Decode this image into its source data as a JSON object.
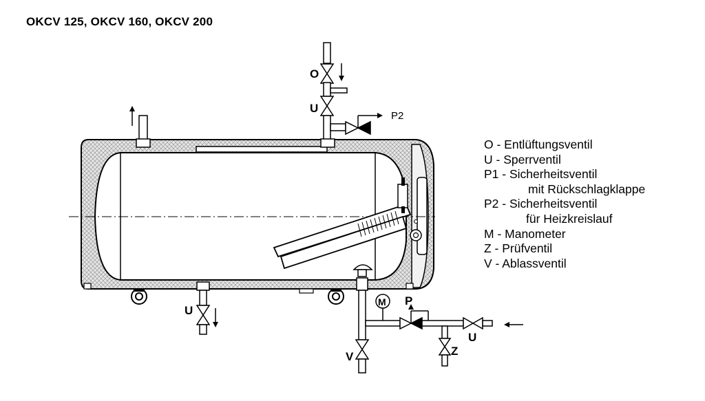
{
  "title": "OKCV 125, OKCV 160, OKCV 200",
  "legend": [
    {
      "text": "O - Entlüftungsventil"
    },
    {
      "text": "U - Sperrventil"
    },
    {
      "text": "P1 - Sicherheitsventil"
    },
    {
      "text": "mit Rückschlagklappe"
    },
    {
      "text": "P2 - Sicherheitsventil"
    },
    {
      "text": "für Heizkreislauf"
    },
    {
      "text": "M - Manometer"
    },
    {
      "text": "Z - Prüfventil"
    },
    {
      "text": "V - Ablassventil"
    }
  ],
  "labels": {
    "o_top": "O",
    "u_top": "U",
    "p2": "P2",
    "u_bottom_left": "U",
    "m": "M",
    "p": "P",
    "u_right": "U",
    "v": "V",
    "z": "Z"
  },
  "colors": {
    "line": "#000000",
    "insulation": "#d9d9d9"
  }
}
